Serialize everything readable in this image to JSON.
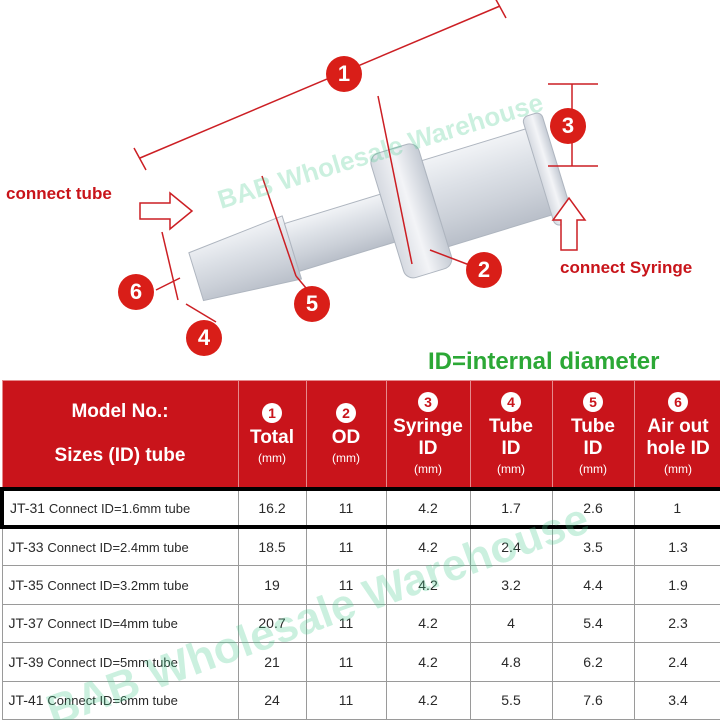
{
  "labels": {
    "connect_tube": "connect tube",
    "connect_syringe": "connect Syringe",
    "id_definition": "ID=internal diameter",
    "watermark": "BAB Wholesale Warehouse"
  },
  "callouts": [
    "1",
    "2",
    "3",
    "4",
    "5",
    "6"
  ],
  "table": {
    "model_header_line1": "Model No.:",
    "model_header_line2": "Sizes (ID) tube",
    "columns": [
      {
        "num": "1",
        "line1": "Total",
        "line2": "",
        "unit": "(mm)"
      },
      {
        "num": "2",
        "line1": "OD",
        "line2": "",
        "unit": "(mm)"
      },
      {
        "num": "3",
        "line1": "Syringe",
        "line2": "ID",
        "unit": "(mm)"
      },
      {
        "num": "4",
        "line1": "Tube",
        "line2": "ID",
        "unit": "(mm)"
      },
      {
        "num": "5",
        "line1": "Tube",
        "line2": "ID",
        "unit": "(mm)"
      },
      {
        "num": "6",
        "line1": "Air out",
        "line2": "hole ID",
        "unit": "(mm)"
      }
    ],
    "rows": [
      {
        "model": "JT-31",
        "size": "Connect ID=1.6mm tube",
        "values": [
          "16.2",
          "11",
          "4.2",
          "1.7",
          "2.6",
          "1"
        ],
        "highlighted": true
      },
      {
        "model": "JT-33",
        "size": "Connect ID=2.4mm tube",
        "values": [
          "18.5",
          "11",
          "4.2",
          "2.4",
          "3.5",
          "1.3"
        ],
        "highlighted": false
      },
      {
        "model": "JT-35",
        "size": "Connect ID=3.2mm tube",
        "values": [
          "19",
          "11",
          "4.2",
          "3.2",
          "4.4",
          "1.9"
        ],
        "highlighted": false
      },
      {
        "model": "JT-37",
        "size": "Connect ID=4mm tube",
        "values": [
          "20.7",
          "11",
          "4.2",
          "4",
          "5.4",
          "2.3"
        ],
        "highlighted": false
      },
      {
        "model": "JT-39",
        "size": "Connect ID=5mm tube",
        "values": [
          "21",
          "11",
          "4.2",
          "4.8",
          "6.2",
          "2.4"
        ],
        "highlighted": false
      },
      {
        "model": "JT-41",
        "size": "Connect ID=6mm tube",
        "values": [
          "24",
          "11",
          "4.2",
          "5.5",
          "7.6",
          "3.4"
        ],
        "highlighted": false
      }
    ]
  }
}
